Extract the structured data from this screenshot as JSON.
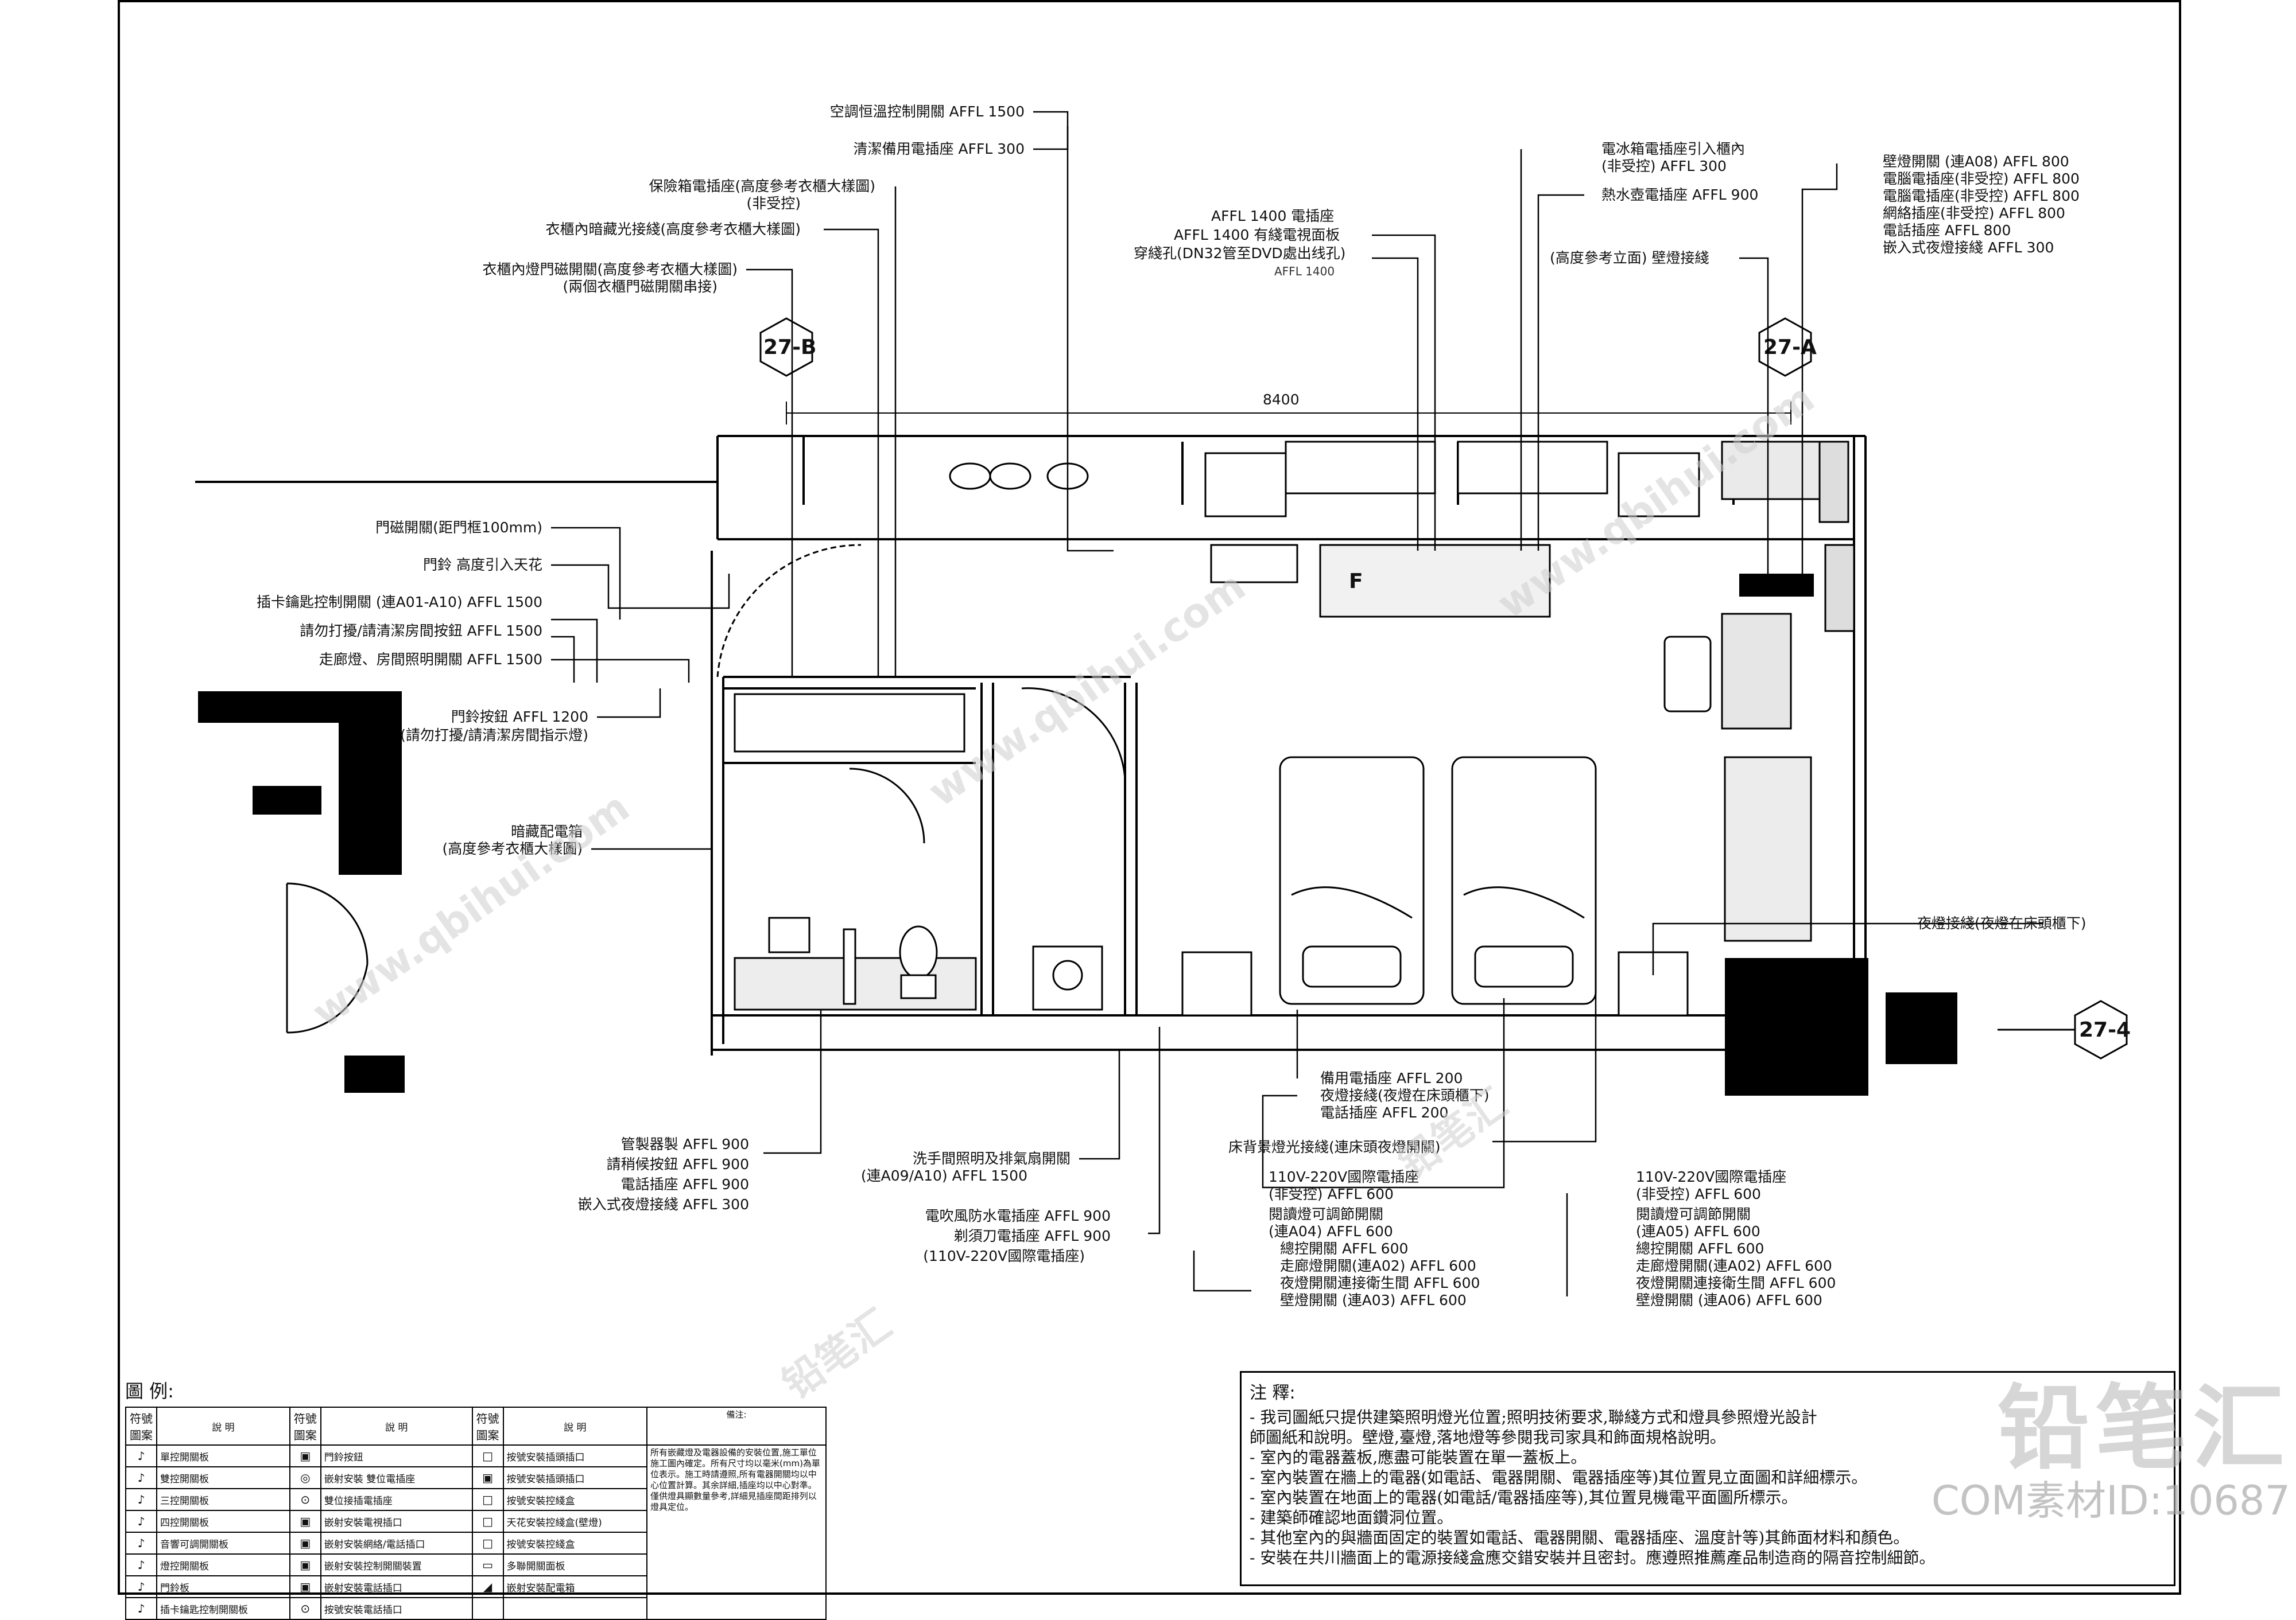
{
  "tags": {
    "t1": "27-B",
    "t2": "27-A",
    "t3": "27-4",
    "dim": "8400",
    "room_letter": "F"
  },
  "top_left_labels": [
    {
      "text": "空調恒溫控制開關 AFFL 1500"
    },
    {
      "text": "清潔備用電插座 AFFL 300"
    },
    {
      "text": "保險箱電插座(高度參考衣櫃大樣圖)"
    },
    {
      "text": "(非受控)"
    },
    {
      "text": "衣櫃內暗藏光接綫(高度參考衣櫃大樣圖)"
    },
    {
      "text": "衣櫃內燈門磁開關(高度參考衣櫃大樣圖)"
    },
    {
      "text": "(兩個衣櫃門磁開關串接)"
    }
  ],
  "top_center_labels": [
    {
      "text": "AFFL 1400  電插座"
    },
    {
      "text": "AFFL 1400  有綫電視面板"
    },
    {
      "text": "穿綫孔(DN32管至DVD處出线孔)"
    },
    {
      "text": "AFFL 1400"
    }
  ],
  "top_right_center_labels": [
    {
      "text": "電冰箱電插座引入櫃內"
    },
    {
      "text": "(非受控)  AFFL 300"
    },
    {
      "text": "熱水壺電插座  AFFL 900"
    },
    {
      "text": "(高度參考立面) 壁燈接綫"
    }
  ],
  "top_right_labels": [
    {
      "text": "壁燈開關  (連A08) AFFL 800"
    },
    {
      "text": "電腦電插座(非受控) AFFL 800"
    },
    {
      "text": "電腦電插座(非受控) AFFL 800"
    },
    {
      "text": "網絡插座(非受控) AFFL 800"
    },
    {
      "text": "電話插座  AFFL 800"
    },
    {
      "text": "嵌入式夜燈接綫 AFFL 300"
    }
  ],
  "left_labels": [
    {
      "text": "門磁開關(距門框100mm)"
    },
    {
      "text": "門鈴 高度引入天花"
    },
    {
      "text": "插卡鑰匙控制開關 (連A01-A10) AFFL 1500"
    },
    {
      "text": "請勿打擾/請清潔房間按鈕 AFFL 1500"
    },
    {
      "text": "走廊燈、房間照明開關 AFFL 1500"
    },
    {
      "text": "門鈴按鈕 AFFL 1200"
    },
    {
      "text": "(請勿打擾/請清潔房間指示燈)"
    },
    {
      "text": "暗藏配電箱"
    },
    {
      "text": "(高度參考衣櫃大樣圖)"
    }
  ],
  "right_side_label": "夜燈接綫(夜燈在床頭櫃下)",
  "bottom_center_labels": [
    {
      "text": "備用電插座  AFFL 200"
    },
    {
      "text": "夜燈接綫(夜燈在床頭櫃下)"
    },
    {
      "text": "電話插座  AFFL 200"
    },
    {
      "text": "床背景燈光接綫(連床頭夜燈開關)"
    }
  ],
  "bottom_left_labels": [
    {
      "text": "管製器製 AFFL 900"
    },
    {
      "text": "請稍候按鈕 AFFL 900"
    },
    {
      "text": "電話插座 AFFL 900"
    },
    {
      "text": "嵌入式夜燈接綫 AFFL 300"
    },
    {
      "text": "洗手間照明及排氣扇開關"
    },
    {
      "text": "(連A09/A10) AFFL 1500"
    },
    {
      "text": "電吹風防水電插座 AFFL 900"
    },
    {
      "text": "剃須刀電插座 AFFL 900"
    },
    {
      "text": "(110V-220V國際電插座)"
    }
  ],
  "bed_group_left": [
    {
      "text": "110V-220V國際電插座"
    },
    {
      "text": "(非受控)  AFFL 600"
    },
    {
      "text": "閱讀燈可調節開關"
    },
    {
      "text": "(連A04)  AFFL 600"
    },
    {
      "text": "總控開關  AFFL 600"
    },
    {
      "text": "走廊燈開關(連A02)  AFFL 600"
    },
    {
      "text": "夜燈開關連接衛生間  AFFL 600"
    },
    {
      "text": "壁燈開關 (連A03)  AFFL 600"
    }
  ],
  "bed_group_right": [
    {
      "text": "110V-220V國際電插座"
    },
    {
      "text": "(非受控)  AFFL 600"
    },
    {
      "text": "閱讀燈可調節開關"
    },
    {
      "text": "(連A05)  AFFL 600"
    },
    {
      "text": "總控開關  AFFL 600"
    },
    {
      "text": "走廊燈開關(連A02)  AFFL 600"
    },
    {
      "text": "夜燈開關連接衛生間  AFFL 600"
    },
    {
      "text": "壁燈開關 (連A06)  AFFL 600"
    }
  ],
  "legend": {
    "title": "圖  例:",
    "headers": [
      "符號圖案",
      "說  明",
      "符號圖案",
      "說  明",
      "符號圖案",
      "說  明",
      "備注:"
    ],
    "rows": [
      [
        "♪",
        "單控開關板",
        "▣",
        "門鈴按鈕",
        "□",
        "按號安裝插頭插口"
      ],
      [
        "♪",
        "雙控開關板",
        "◎",
        "嵌射安裝 雙位電插座",
        "▣",
        "按號安裝插頭插口"
      ],
      [
        "♪",
        "三控開關板",
        "⊙",
        "雙位接插電插座",
        "□",
        "按號安裝控綫盒"
      ],
      [
        "♪",
        "四控開關板",
        "▣",
        "嵌射安裝電視插口",
        "□",
        "天花安裝控綫盒(壁燈)"
      ],
      [
        "♪",
        "音響可調開關板",
        "▣",
        "嵌射安裝網絡/電話插口",
        "□",
        "按號安裝控綫盒"
      ],
      [
        "♪",
        "燈控開關板",
        "▣",
        "嵌射安裝控制開關裝置",
        "▭",
        "多聯開關面板"
      ],
      [
        "♪",
        "門鈴板",
        "▣",
        "嵌射安裝電話插口",
        "◢",
        "嵌射安裝配電箱"
      ],
      [
        "♪",
        "插卡鑰匙控制開關板",
        "⊙",
        "按號安裝電話插口",
        "",
        ""
      ]
    ],
    "note_text": "所有嵌藏燈及電器設備的安裝位置,施工單位施工圖內確定。所有尺寸均以毫米(mm)為單位表示。施工時請遵照,所有電器開關均以中心位置計算。其余詳細,插座均以中心對準。僅供燈具顯數量參考,詳細見插座間距排列以燈具定位。"
  },
  "notes": {
    "title": "注 釋:",
    "lines": [
      "- 我司圖紙只提供建築照明燈光位置;照明技術要求,聯綫方式和燈具參照燈光設計",
      "  師圖紙和說明。壁燈,臺燈,落地燈等參閱我司家具和飾面規格說明。",
      "- 室內的電器蓋板,應盡可能裝置在單一蓋板上。",
      "- 室內裝置在牆上的電器(如電話、電器開關、電器插座等)其位置見立面圖和詳細標示。",
      "- 室內裝置在地面上的電器(如電話/電器插座等),其位置見機電平面圖所標示。",
      "- 建築師確認地面鑽洞位置。",
      "- 其他室內的與牆面固定的裝置如電話、電器開關、電器插座、溫度計等)其飾面材料和顏色。",
      "- 安裝在共川牆面上的電源接綫盒應交錯安裝并且密封。應遵照推薦產品制造商的隔音控制細節。"
    ]
  },
  "watermark": {
    "site": "www.qbihui.com",
    "cn": "铅笔汇",
    "brand": "铅笔汇",
    "id": "COM素材ID:10687"
  }
}
